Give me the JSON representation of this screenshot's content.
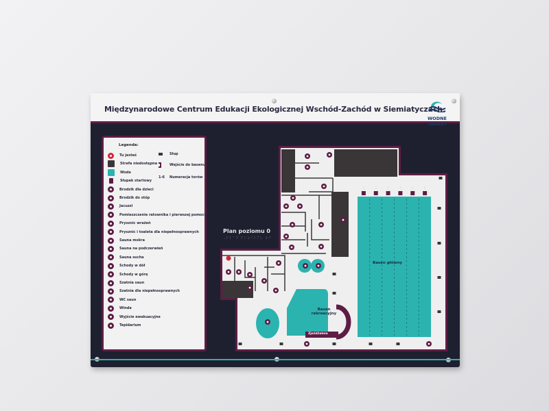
{
  "header": {
    "title": "Międzynarodowe Centrum Edukacji Ekologicznej Wschód-Zachód w Siemiatyczach",
    "logo_text": "WODNE TARASY"
  },
  "legend": {
    "title": "Legenda:",
    "items": [
      {
        "icon": "you-are-here-icon",
        "label": "Tu jesteś"
      },
      {
        "icon": "restricted-area-swatch",
        "label": "Strefa niedostępna"
      },
      {
        "icon": "water-swatch",
        "label": "Woda"
      },
      {
        "icon": "starting-block-icon",
        "label": "Słupek startowy"
      },
      {
        "icon": "kids-pool-icon",
        "label": "Brodzik dla dzieci"
      },
      {
        "icon": "foot-bath-icon",
        "label": "Brodzik do stóp"
      },
      {
        "icon": "jacuzzi-icon",
        "label": "Jacuzzi"
      },
      {
        "icon": "first-aid-icon",
        "label": "Pomieszczenie ratownika i pierwszej pomocy"
      },
      {
        "icon": "experience-shower-icon",
        "label": "Prysznic wrażeń"
      },
      {
        "icon": "accessible-shower-icon",
        "label": "Prysznic i toaleta dla niepełnosprawnych"
      },
      {
        "icon": "wet-sauna-icon",
        "label": "Sauna mokra"
      },
      {
        "icon": "infrared-sauna-icon",
        "label": "Sauna na podczerwień"
      },
      {
        "icon": "dry-sauna-icon",
        "label": "Sauna sucha"
      },
      {
        "icon": "stairs-down-icon",
        "label": "Schody w dół"
      },
      {
        "icon": "stairs-up-icon",
        "label": "Schody w górę"
      },
      {
        "icon": "sauna-locker-icon",
        "label": "Szatnia saun"
      },
      {
        "icon": "accessible-locker-icon",
        "label": "Szatnia dla niepełnosprawnych"
      },
      {
        "icon": "wc-icon",
        "label": "WC saun"
      },
      {
        "icon": "elevator-icon",
        "label": "Winda"
      },
      {
        "icon": "emergency-exit-icon",
        "label": "Wyjście ewakuacyjne"
      },
      {
        "icon": "tepidarium-icon",
        "label": "Tepidarium"
      }
    ],
    "right_items": [
      {
        "icon": "pillar-icon",
        "label": "Słup"
      },
      {
        "icon": "pool-entrance-icon",
        "label": "Wejście do basenu"
      },
      {
        "icon": "lane-numbers",
        "key": "1-6",
        "label": "Numeracja torów"
      }
    ]
  },
  "map": {
    "level_label": "Plan poziomu 0",
    "braille": "⠠⠏⠇⠁⠝ ⠏⠕⠵⠊⠕⠍⠥ ⠼⠚",
    "main_pool": "Basen główny",
    "rec_pool": "Basen rekreacyjny",
    "slide": "Zjeżdżalnia",
    "lanes": [
      "1",
      "2",
      "3",
      "4",
      "5",
      "6"
    ]
  },
  "colors": {
    "board": "#1e2030",
    "accent": "#5e1d44",
    "water": "#2bb3b0",
    "restricted": "#3a3638",
    "you_are_here": "#d8243a"
  }
}
